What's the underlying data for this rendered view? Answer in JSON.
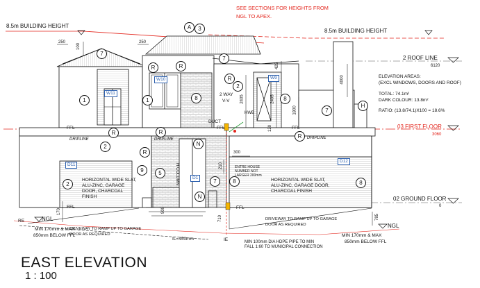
{
  "drawing": {
    "title": "EAST ELEVATION",
    "scale": "1 : 100",
    "notice_line1": "SEE SECTIONS FOR HEIGHTS FROM",
    "notice_line2": "NGL TO APEX."
  },
  "levels": {
    "building_height_left": "8.5m BUILDING HEIGHT",
    "building_height_right": "8.5m BUILDING HEIGHT",
    "roof_line_label": "2 ROOF LINE",
    "roof_line_value": "6120",
    "first_floor_label": "03 FIRST FLOOR",
    "first_floor_value": "3060",
    "ground_floor_label": "02 GROUND FLOOR",
    "ground_floor_value": "0",
    "ngl": "NGL",
    "ffl": "FFL",
    "re": "RE",
    "ie": "IE",
    "dripline": "DRIPLINE"
  },
  "elevation_areas": {
    "heading_line1": "ELEVATION AREAS:",
    "heading_line2": "(EXCL WINDOWS, DOORS AND ROOF)",
    "total": "TOTAL: 74.1m²",
    "dark": "DARK COLOUR: 13.8m²",
    "ratio": "RATIO: (13.8/74.1)X100 = 18.6%"
  },
  "notes": {
    "garage_left": "HORIZONTAL WIDE SLAT, ALU-ZINC, GARAGE DOOR, CHARCOAL FINISH",
    "garage_right": "HORIZONTAL WIDE SLAT, ALU-ZINC, GARAGE DOOR, CHARCOAL FINISH",
    "driveway_left": "DRIVEWAY TO RAMP UP TO GARAGE DOOR AS REQUIRED",
    "driveway_right": "DRIVEWAY TO RAMP UP TO GARAGE DOOR AS REQUIRED",
    "min_left_line1": "MIN 170mm & MAX",
    "min_left_line2": "850mm BELOW FFL",
    "min_right_line1": "MIN 170mm & MAX",
    "min_right_line2": "850mm BELOW FFL",
    "pipe_line1": "MIN 100mm DIA HDPE PIPE TO MIN",
    "pipe_line2": "FALL 1:60 TO MUNICIPAL CONNECTION",
    "length": "IL=450mm",
    "house_number": "ENTRE HOUSE NUMBER NOT LARGER 200mm",
    "two_way": "2 WAY",
    "vv": "V-V",
    "duct": "DUCT",
    "hwb": "HWB",
    "column": "H COLUMN"
  },
  "dimensions": {
    "d250a": "250",
    "d250b": "250",
    "d100": "100",
    "d425": "425",
    "d4000": "4000",
    "d1800": "1800",
    "d2405a": "2405",
    "d2405b": "2405",
    "d300": "300",
    "d210": "210",
    "d170": "170",
    "d785": "785",
    "d710": "710",
    "d120": "120",
    "d900": "900"
  },
  "tags": {
    "w11": "W11",
    "w10": "W10",
    "w9": "W9",
    "d11": "D11",
    "d1": "D1",
    "d12": "D12"
  },
  "refs": {
    "r7": "7",
    "r1": "1",
    "r2": "2",
    "r3": "3",
    "r8": "8",
    "r9": "9",
    "r5": "5",
    "rR": "R",
    "rN": "N",
    "rH": "H",
    "rA": "A"
  }
}
